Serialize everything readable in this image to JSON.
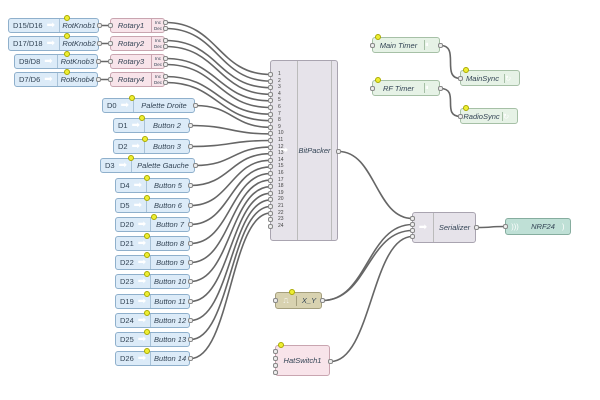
{
  "knobs": [
    {
      "pin": "D15/D16",
      "name": "RotKnob1",
      "rotary": "Rotary1"
    },
    {
      "pin": "D17/D18",
      "name": "RotKnob2",
      "rotary": "Rotary2"
    },
    {
      "pin": "D9/D8",
      "name": "RotKnob3",
      "rotary": "Rotary3"
    },
    {
      "pin": "D7/D6",
      "name": "RotKnob4",
      "rotary": "Rotary4"
    }
  ],
  "rotary_outputs": {
    "inc": "Inc",
    "dec": "Dec"
  },
  "buttons": [
    {
      "pin": "D0",
      "name": "Palette Droite"
    },
    {
      "pin": "D1",
      "name": "Button 2"
    },
    {
      "pin": "D2",
      "name": "Button 3"
    },
    {
      "pin": "D3",
      "name": "Palette Gauche"
    },
    {
      "pin": "D4",
      "name": "Button 5"
    },
    {
      "pin": "D5",
      "name": "Button 6"
    },
    {
      "pin": "D20",
      "name": "Button 7"
    },
    {
      "pin": "D21",
      "name": "Button 8"
    },
    {
      "pin": "D22",
      "name": "Button 9"
    },
    {
      "pin": "D23",
      "name": "Button 10"
    },
    {
      "pin": "D19",
      "name": "Button 11"
    },
    {
      "pin": "D24",
      "name": "Button 12"
    },
    {
      "pin": "D25",
      "name": "Button 13"
    },
    {
      "pin": "D26",
      "name": "Button 14"
    }
  ],
  "bitpacker": {
    "name": "BitPacker",
    "inputs": [
      "1",
      "2",
      "3",
      "4",
      "5",
      "6",
      "7",
      "8",
      "9",
      "10",
      "11",
      "12",
      "13",
      "14",
      "15",
      "16",
      "17",
      "18",
      "19",
      "20",
      "21",
      "22",
      "23",
      "24"
    ]
  },
  "serializer": {
    "name": "Serializer"
  },
  "nrf": {
    "name": "NRF24"
  },
  "xy": {
    "name": "X_Y"
  },
  "hat": {
    "name": "HatSwitch1"
  },
  "timers": [
    {
      "name": "Main Timer",
      "sync": "MainSync"
    },
    {
      "name": "RF Timer",
      "sync": "RadioSync"
    }
  ],
  "colors": {
    "input": "#dcebf8",
    "rotary": "#f8e4ea",
    "packer": "#e6e3ea",
    "radio": "#bfe0d6",
    "timer": "#e6f2e6"
  }
}
